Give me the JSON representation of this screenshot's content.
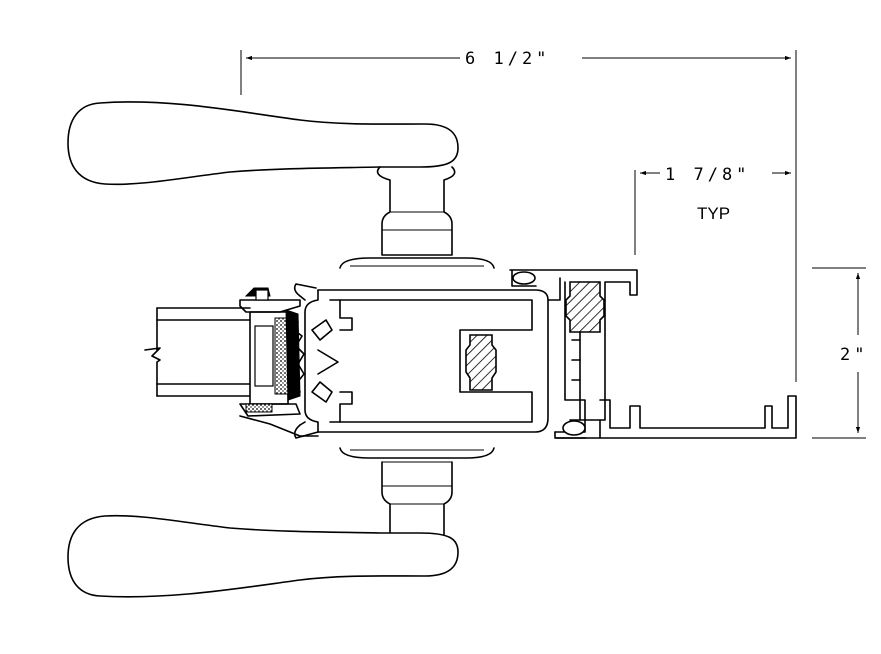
{
  "drawing": {
    "dimensions": {
      "overall_width": "6 1/2\"",
      "frame_depth": "1 7/8\"",
      "frame_depth_note": "TYP",
      "frame_height": "2\""
    },
    "colors": {
      "line": "#000000",
      "background": "#ffffff"
    },
    "icons": [
      "lever-handle-icon",
      "glass-pane-icon",
      "weatherstrip-icon",
      "thermal-break-icon"
    ]
  }
}
